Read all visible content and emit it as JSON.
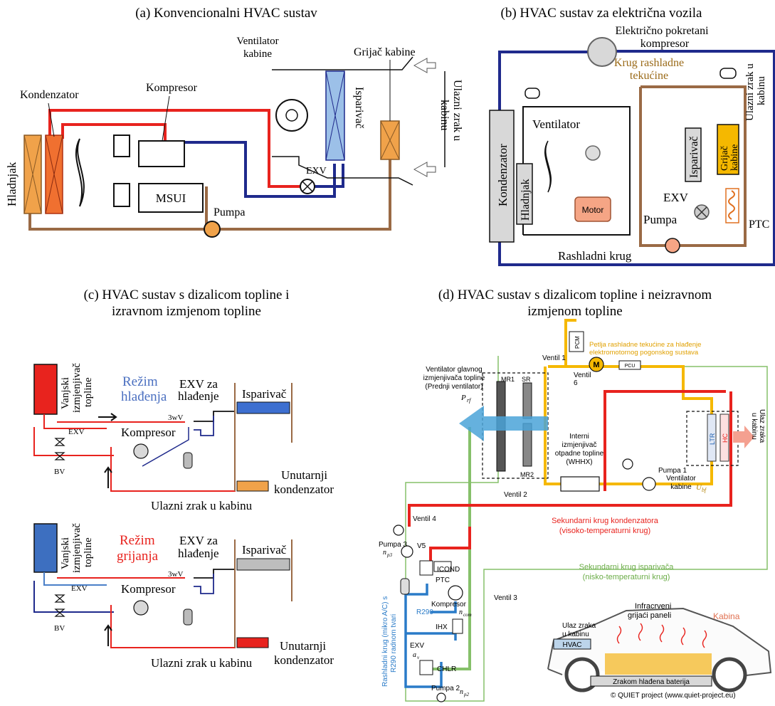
{
  "panel_a": {
    "title": "(a) Konvencionalni HVAC sustav",
    "hladnjak": "Hladnjak",
    "kondenzator": "Kondenzator",
    "kompresor": "Kompresor",
    "msui": "MSUI",
    "ventilator_kabine_1": "Ventilator",
    "ventilator_kabine_2": "kabine",
    "isparivac": "Isparivač",
    "grijac_kabine": "Grijač kabine",
    "ulazni_zrak_1": "Ulazni zrak u",
    "ulazni_zrak_2": "kabinu",
    "exv": "EXV",
    "pumpa": "Pumpa"
  },
  "panel_b": {
    "title": "(b) HVAC sustav za električna vozila",
    "kompresor_1": "Električno pokretani",
    "kompresor_2": "kompresor",
    "krug_rashladne_1": "Krug rashladne",
    "krug_rashladne_2": "tekućine",
    "ulazni_zrak_1": "Ulazni zrak u",
    "ulazni_zrak_2": "kabinu",
    "ventilator": "Ventilator",
    "kondenzator": "Kondenzator",
    "hladnjak": "Hladnjak",
    "motor": "Motor",
    "isparivac": "Isparivač",
    "grijac_1": "Grijač",
    "grijac_2": "kabine",
    "exv": "EXV",
    "pumpa": "Pumpa",
    "ptc": "PTC",
    "rashladni_krug": "Rashladni krug"
  },
  "panel_c": {
    "title_1": "(c) HVAC sustav s dizalicom topline i",
    "title_2": "izravnom izmjenom topline",
    "vanjski_1": "Vanjski",
    "vanjski_2": "izmjenjivač",
    "vanjski_3": "topline",
    "rezim_hladenja_1": "Režim",
    "rezim_hladenja_2": "hlađenja",
    "rezim_grijanja_1": "Režim",
    "rezim_grijanja_2": "grijanja",
    "exv_za_1": "EXV za",
    "exv_za_2": "hlađenje",
    "isparivac": "Isparivač",
    "three_wv": "3wV",
    "exv": "EXV",
    "kompresor": "Kompresor",
    "bv": "BV",
    "unutarnji_1": "Unutarnji",
    "unutarnji_2": "kondenzator",
    "ulazni_zrak": "Ulazni zrak u kabinu"
  },
  "panel_d": {
    "title_1": "(d) HVAC sustav s dizalicom topline i neizravnom",
    "title_2": "izmjenom topline",
    "pcm": "PCM",
    "petlja_1": "Petlja rashladne tekućine za hlađenje",
    "petlja_2": "elektromotornog pogonskog sustava",
    "ventil_1": "Ventil 1",
    "ventil_6a": "Ventil",
    "ventil_6b": "6",
    "motor": "M",
    "pcu": "PCU",
    "ventilator_glavnog_1": "Ventilator glavnog",
    "ventilator_glavnog_2": "izmjenjivača topline",
    "ventilator_glavnog_3": "(Prednji ventilator)",
    "p_rf": "P",
    "p_rf_sub": "rf",
    "mr1": "MR1",
    "sr": "SR",
    "mr2": "MR2",
    "interni_1": "Interni",
    "interni_2": "izmjenjivač",
    "interni_3": "otpadne topline",
    "interni_4": "(WHHX)",
    "pumpa_1": "Pumpa 1",
    "ltr": "LTR",
    "hc": "HC",
    "ulaz_zraka_1": "Ulaz zraka",
    "ulaz_zraka_2": "u kabinu",
    "ventilator_kabine_1": "Ventilator",
    "ventilator_kabine_2": "kabine",
    "u_bf": "U",
    "u_bf_sub": "bf",
    "ventil_2": "Ventil 2",
    "ventil_4": "Ventil 4",
    "sekundarni_k_1": "Sekundarni krug kondenzatora",
    "sekundarni_k_2": "(visoko-temperaturni krug)",
    "sekundarni_i_1": "Sekundarni krug isparivača",
    "sekundarni_i_2": "(nisko-temperaturni krug)",
    "ventil_3": "Ventil 3",
    "ptc": "PTC",
    "pumpa_3": "Pumpa 3",
    "n_p3": "n",
    "n_p3_sub": "p3",
    "v5": "V5",
    "icond": "ICOND",
    "kompresor": "Kompresor",
    "n_com": "n",
    "n_com_sub": "com",
    "r290": "R290",
    "ihx": "IHX",
    "exv": "EXV",
    "a_v": "a",
    "a_v_sub": "v",
    "chlr": "CHLR",
    "rashladni_vert_1": "Rashladni krug (mikro A/C) s",
    "rashladni_vert_2": "R290 radnom tvari",
    "pumpa_2": "Pumpa 2",
    "n_p2": "n",
    "n_p2_sub": "p2",
    "infracrveni_1": "Infracrveni",
    "infracrveni_2": "grijaći paneli",
    "kabina": "Kabina",
    "ulaz_zraka_car_1": "Ulaz zraka",
    "ulaz_zraka_car_2": "u kabinu",
    "hvac": "HVAC",
    "baterija": "Zrakom hlađena baterija",
    "copyright": "© QUIET project (www.quiet-project.eu)"
  },
  "colors": {
    "red": "#e8231e",
    "navy": "#1f2a8c",
    "brown": "#9a6a45",
    "blue_light": "#7fa8d8",
    "orange": "#f0a24a",
    "yellow": "#f5b800",
    "green": "#86c06a",
    "cyan": "#4aa3d8"
  }
}
